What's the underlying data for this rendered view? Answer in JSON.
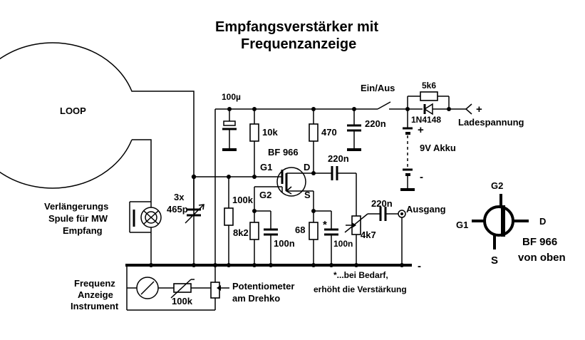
{
  "title": {
    "line1": "Empfangsverstärker mit",
    "line2": "Frequenzanzeige"
  },
  "labels": {
    "loop": "LOOP",
    "cap_100u": "100µ",
    "r_10k": "10k",
    "r_470": "470",
    "switch": "Ein/Aus",
    "cap_220n_supply": "220n",
    "r_5k6": "5k6",
    "diode": "1N4148",
    "charge_plus": "+",
    "charge": "Ladespannung",
    "batt_plus": "+",
    "battery": "9V Akku",
    "batt_minus": "-",
    "transistor": "BF 966",
    "g1": "G1",
    "d": "D",
    "g2": "G2",
    "s": "S",
    "cap_220n_drain": "220n",
    "tuning_count": "3x",
    "tuning_value": "465p",
    "r_100k": "100k",
    "r_8k2": "8k2",
    "cap_100n_g2": "100n",
    "r_68": "68",
    "asterisk": "*",
    "cap_100n_src": "100n",
    "pot_4k7": "4k7",
    "cap_220n_out": "220n",
    "output": "Ausgang",
    "coil_line1": "Verlängerungs",
    "coil_line2": "Spule für MW",
    "coil_line3": "Empfang",
    "ground_minus": "-",
    "note_line1": "*...bei Bedarf,",
    "note_line2": "erhöht die Verstärkung",
    "freq_line1": "Frequenz",
    "freq_line2": "Anzeige",
    "freq_line3": "Instrument",
    "r_100k_meter": "100k",
    "pot_line1": "Potentiometer",
    "pot_line2": "am Drehko",
    "pin_g2": "G2",
    "pin_g1": "G1",
    "pin_d": "D",
    "pin_s": "S",
    "pinout_line1": "BF 966",
    "pinout_line2": "von oben"
  }
}
